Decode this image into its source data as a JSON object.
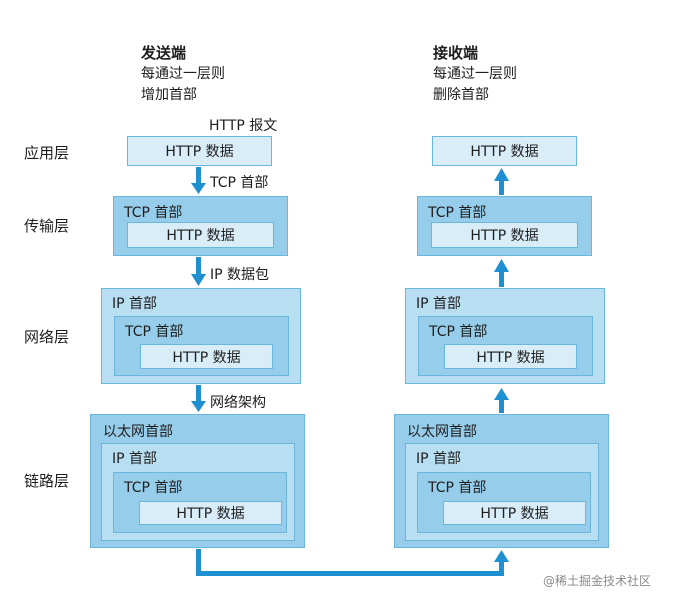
{
  "sender": {
    "title": "发送端",
    "line1": "每通过一层则",
    "line2": "增加首部"
  },
  "receiver": {
    "title": "接收端",
    "line1": "每通过一层则",
    "line2": "删除首部"
  },
  "http_message_label": "HTTP 报文",
  "layers": {
    "app": "应用层",
    "transport": "传输层",
    "network": "网络层",
    "link": "链路层"
  },
  "headers": {
    "http_data": "HTTP 数据",
    "tcp": "TCP 首部",
    "ip": "IP 首部",
    "ethernet": "以太网首部"
  },
  "arrow_labels": {
    "tcp": "TCP 首部",
    "ip_packet": "IP 数据包",
    "network_frame": "网络架构"
  },
  "watermark": "@稀土掘金技术社区",
  "colors": {
    "arrow": "#1e8fd0",
    "outer_box": "#96cdea",
    "inner_box": "#d8edf8"
  }
}
